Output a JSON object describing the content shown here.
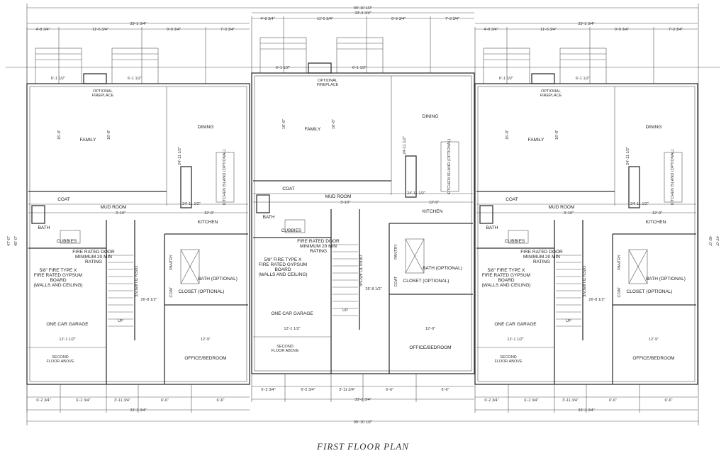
{
  "title": "FIRST FLOOR PLAN",
  "overall_width": "99'-10 1/2\"",
  "unit_width": "33'-3 3/4\"",
  "top_dims": [
    "4'-8 3/4\"",
    "11'-5 3/4\"",
    "9'-9 3/4\"",
    "7'-3 3/4\""
  ],
  "bottom_dims": [
    "6'-2 3/4\"",
    "6'-2 3/4\"",
    "3'-11 3/4\"",
    "6'-6\"",
    "6'-6\""
  ],
  "side_dims": [
    "47'-0\"",
    "45'-0\""
  ],
  "window_dims": "6'-1 1/2\"",
  "rooms": {
    "fireplace": "OPTIONAL FIREPLACE",
    "family": "FAMILY",
    "dining": "DINING",
    "island": "KITCHEN ISLAND (OPTIONAL)",
    "coat": "COAT",
    "mud": "MUD ROOM",
    "kitchen": "KITCHEN",
    "bath": "BATH",
    "cubbies": "CUBBIES",
    "door1": "FIRE RATED DOOR",
    "door2": "MINIMUM 20 MIN",
    "door3": "RATING",
    "gyp1": "5/8\" FIRE TYPE X",
    "gyp2": "FIRE RATED GYPSUM",
    "gyp3": "BOARD",
    "gyp4": "(WALLS AND CEILING)",
    "pantry": "PANTRY",
    "bath_opt": "BATH (OPTIONAL)",
    "closet_opt": "CLOSET (OPTIONAL)",
    "open": "OPEN TO ABOVE",
    "garage": "ONE CAR GARAGE",
    "up": "UP",
    "second1": "SECOND",
    "second2": "FLOOR ABOVE",
    "office": "OFFICE/BEDROOM"
  },
  "room_dims": {
    "family": "16'-8\"",
    "dining": "24'-11 1/2\"",
    "mud": "24'-11 1/2\"",
    "kitchen": "12'-9\"",
    "stair": "3'-10\"",
    "garage": "12'-1 1/2\"",
    "office": "12'-9\"",
    "hall": "26'-8 1/2\""
  }
}
